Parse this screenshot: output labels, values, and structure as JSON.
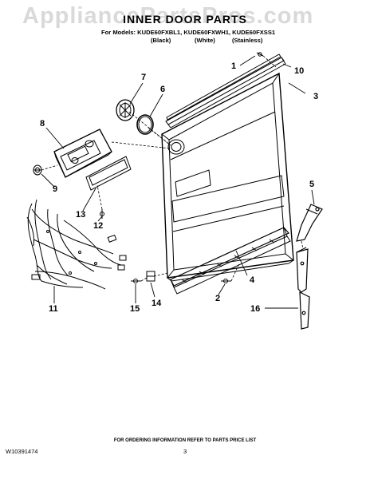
{
  "watermark": "AppliancePartsPros.com",
  "header": {
    "title": "INNER DOOR PARTS",
    "models_line": "For Models: KUDE60FXBL1, KUDE60FXWH1, KUDE60FXSS1",
    "variants": [
      "(Black)",
      "(White)",
      "(Stainless)"
    ]
  },
  "callouts": [
    "1",
    "10",
    "3",
    "7",
    "6",
    "8",
    "9",
    "13",
    "12",
    "5",
    "4",
    "2",
    "14",
    "15",
    "11",
    "16"
  ],
  "footer": {
    "note": "FOR ORDERING INFORMATION REFER TO PARTS PRICE LIST",
    "doc_number": "W10391474",
    "page_number": "3"
  }
}
